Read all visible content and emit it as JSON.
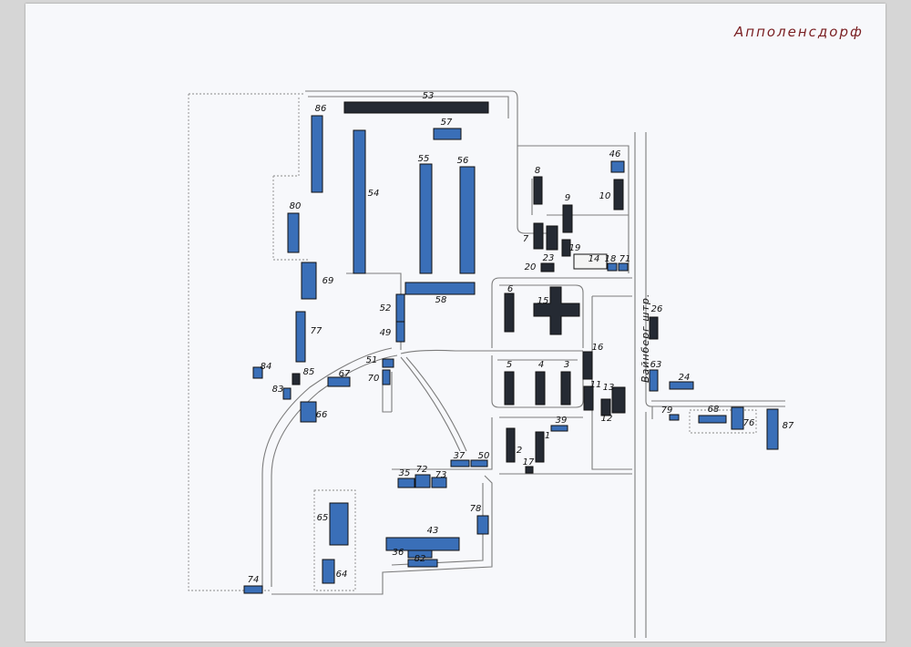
{
  "title": "Апполенсдорф",
  "street_name": "Вайнберг штр.",
  "colors": {
    "blue": "#3a6fb8",
    "dark": "#252a33",
    "white": "#f4f4f4",
    "outline": "#111111"
  },
  "buildings": [
    {
      "num": "53",
      "type": "dark"
    },
    {
      "num": "57",
      "type": "blue"
    },
    {
      "num": "86",
      "type": "blue"
    },
    {
      "num": "54",
      "type": "blue"
    },
    {
      "num": "55",
      "type": "blue"
    },
    {
      "num": "56",
      "type": "blue"
    },
    {
      "num": "80",
      "type": "blue"
    },
    {
      "num": "69",
      "type": "blue"
    },
    {
      "num": "58",
      "type": "blue"
    },
    {
      "num": "52",
      "type": "blue"
    },
    {
      "num": "49",
      "type": "blue"
    },
    {
      "num": "77",
      "type": "blue"
    },
    {
      "num": "84",
      "type": "blue"
    },
    {
      "num": "85",
      "type": "dark"
    },
    {
      "num": "83",
      "type": "blue"
    },
    {
      "num": "67",
      "type": "blue"
    },
    {
      "num": "66",
      "type": "blue"
    },
    {
      "num": "51",
      "type": "blue"
    },
    {
      "num": "70",
      "type": "blue"
    },
    {
      "num": "8",
      "type": "dark"
    },
    {
      "num": "9",
      "type": "dark"
    },
    {
      "num": "46",
      "type": "blue"
    },
    {
      "num": "10",
      "type": "dark"
    },
    {
      "num": "7",
      "type": "dark"
    },
    {
      "num": "23",
      "type": "dark"
    },
    {
      "num": "19",
      "type": "dark"
    },
    {
      "num": "20",
      "type": "dark"
    },
    {
      "num": "14",
      "type": "white"
    },
    {
      "num": "18",
      "type": "blue"
    },
    {
      "num": "71",
      "type": "blue"
    },
    {
      "num": "6",
      "type": "dark"
    },
    {
      "num": "15",
      "type": "dark"
    },
    {
      "num": "26",
      "type": "dark"
    },
    {
      "num": "16",
      "type": "dark"
    },
    {
      "num": "5",
      "type": "dark"
    },
    {
      "num": "4",
      "type": "dark"
    },
    {
      "num": "3",
      "type": "dark"
    },
    {
      "num": "11",
      "type": "dark"
    },
    {
      "num": "13",
      "type": "dark"
    },
    {
      "num": "12",
      "type": "dark"
    },
    {
      "num": "63",
      "type": "blue"
    },
    {
      "num": "24",
      "type": "blue"
    },
    {
      "num": "79",
      "type": "blue"
    },
    {
      "num": "68",
      "type": "blue"
    },
    {
      "num": "76",
      "type": "blue"
    },
    {
      "num": "87",
      "type": "blue"
    },
    {
      "num": "39",
      "type": "blue"
    },
    {
      "num": "2",
      "type": "dark"
    },
    {
      "num": "1",
      "type": "dark"
    },
    {
      "num": "17",
      "type": "dark"
    },
    {
      "num": "37",
      "type": "blue"
    },
    {
      "num": "50",
      "type": "blue"
    },
    {
      "num": "35",
      "type": "blue"
    },
    {
      "num": "72",
      "type": "blue"
    },
    {
      "num": "73",
      "type": "blue"
    },
    {
      "num": "78",
      "type": "blue"
    },
    {
      "num": "65",
      "type": "blue"
    },
    {
      "num": "64",
      "type": "blue"
    },
    {
      "num": "43",
      "type": "blue"
    },
    {
      "num": "36",
      "type": "blue"
    },
    {
      "num": "82",
      "type": "blue"
    },
    {
      "num": "74",
      "type": "blue"
    }
  ]
}
